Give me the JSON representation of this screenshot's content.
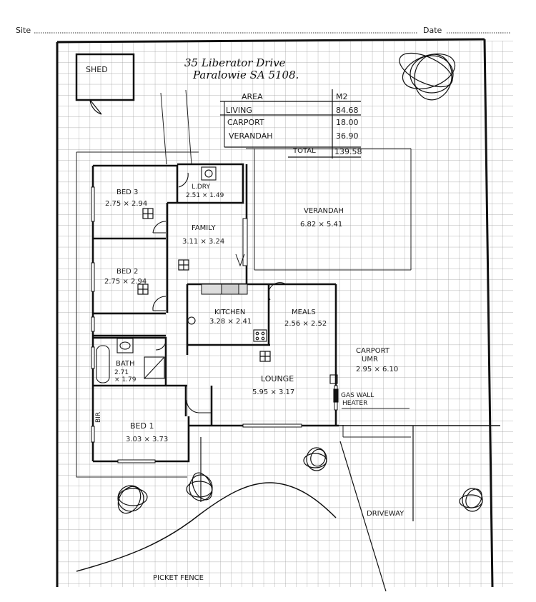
{
  "header": {
    "left": "Site",
    "right": "Date"
  },
  "title": {
    "line1": "35 Liberator Drive",
    "line2": "Paralowie  SA  5108."
  },
  "area_table": {
    "col1": "AREA",
    "col2": "M2",
    "rows": [
      {
        "name": "LIVING",
        "value": "84.68"
      },
      {
        "name": "CARPORT",
        "value": "18.00"
      },
      {
        "name": "VERANDAH",
        "value": "36.90"
      }
    ],
    "total_label": "TOTAL",
    "total_value": "139.58"
  },
  "rooms": {
    "shed": {
      "name": "SHED"
    },
    "bed3": {
      "name": "BED 3",
      "dims": "2.75 × 2.94"
    },
    "laundry": {
      "name": "L.DRY",
      "dims": "2.51 × 1.49"
    },
    "family": {
      "name": "FAMILY",
      "dims": "3.11 × 3.24"
    },
    "verandah": {
      "name": "VERANDAH",
      "dims": "6.82 × 5.41"
    },
    "bed2": {
      "name": "BED 2",
      "dims": "2.75 × 2.94"
    },
    "kitchen": {
      "name": "KITCHEN",
      "dims": "3.28 × 2.41"
    },
    "meals": {
      "name": "MEALS",
      "dims": "2.56 × 2.52"
    },
    "carport": {
      "name": "CARPORT",
      "sub": "UMR",
      "dims": "2.95 × 6.10"
    },
    "bath": {
      "name": "BATH",
      "dims1": "2.71",
      "dims2": "× 1.79"
    },
    "lounge": {
      "name": "LOUNGE",
      "dims": "5.95 × 3.17"
    },
    "bed1": {
      "name": "BED 1",
      "dims": "3.03 × 3.73"
    },
    "bir": {
      "name": "BIR"
    }
  },
  "labels": {
    "gas_heater_1": "GAS WALL",
    "gas_heater_2": "HEATER",
    "driveway": "DRIVEWAY",
    "picket_fence": "PICKET  FENCE"
  }
}
